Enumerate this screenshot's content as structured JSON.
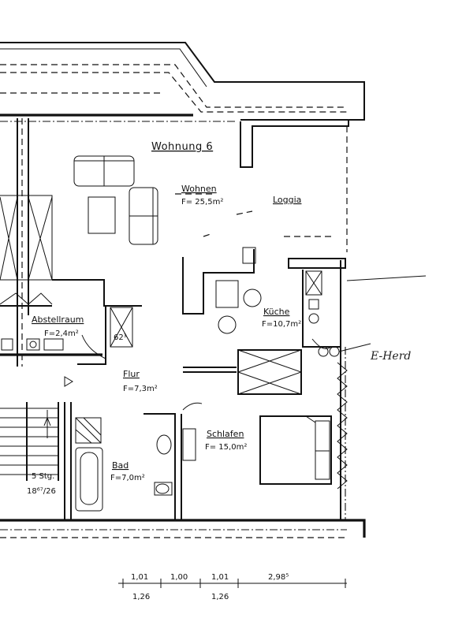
{
  "title": "Wohnung 6",
  "rooms": {
    "wohnen": {
      "name": "Wohnen",
      "area": "F= 25,5m²"
    },
    "loggia": {
      "name": "Loggia"
    },
    "abstellraum": {
      "name": "Abstellraum",
      "area": "F=2,4m²"
    },
    "kueche": {
      "name": "Küche",
      "area": "F=10,7m²"
    },
    "flur": {
      "name": "Flur",
      "area": "F=7,3m²"
    },
    "schlafen": {
      "name": "Schlafen",
      "area": "F= 15,0m²"
    },
    "bad": {
      "name": "Bad",
      "area": "F=7,0m²"
    }
  },
  "stairs": {
    "label": "5 Stg.",
    "ratio": "18⁶⁷/26"
  },
  "shaft_label": "62³",
  "handwritten_note": "E-Herd",
  "dimensions": {
    "top_row": [
      "1,01",
      "1,00",
      "1,01",
      "2,98⁵"
    ],
    "bottom_row": [
      "1,26",
      "1,26"
    ]
  }
}
